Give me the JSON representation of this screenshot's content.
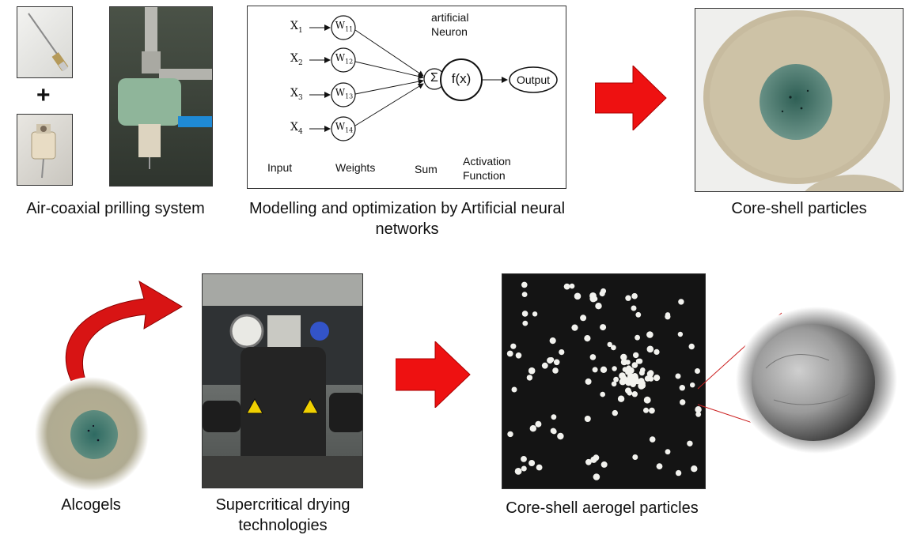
{
  "captions": {
    "prilling": "Air-coaxial prilling system",
    "ann": "Modelling and optimization by Artificial neural networks",
    "core_shell": "Core-shell particles",
    "alcogels": "Alcogels",
    "supercritical": "Supercritical drying technologies",
    "aerogel": "Core-shell aerogel particles"
  },
  "plus_sign": "+",
  "neural_network": {
    "inputs": [
      {
        "name": "X",
        "sub": "1"
      },
      {
        "name": "X",
        "sub": "2"
      },
      {
        "name": "X",
        "sub": "3"
      },
      {
        "name": "X",
        "sub": "4"
      }
    ],
    "weights": [
      {
        "name": "W",
        "sub": "11"
      },
      {
        "name": "W",
        "sub": "12"
      },
      {
        "name": "W",
        "sub": "13"
      },
      {
        "name": "W",
        "sub": "14"
      }
    ],
    "sum_symbol": "Σ",
    "activation_symbol": "f(x)",
    "output_label": "Output",
    "neuron_title_line1": "artificial",
    "neuron_title_line2": "Neuron",
    "bottom_labels": {
      "input": "Input",
      "weights": "Weights",
      "sum": "Sum",
      "activation_line1": "Activation",
      "activation_line2": "Function"
    }
  },
  "colors": {
    "arrow_red": "#ee1111",
    "gel_shell": "#c7bb9f",
    "gel_core": "#3d7468",
    "aerogel_background": "#141414",
    "bead": "#f2f2ee"
  }
}
